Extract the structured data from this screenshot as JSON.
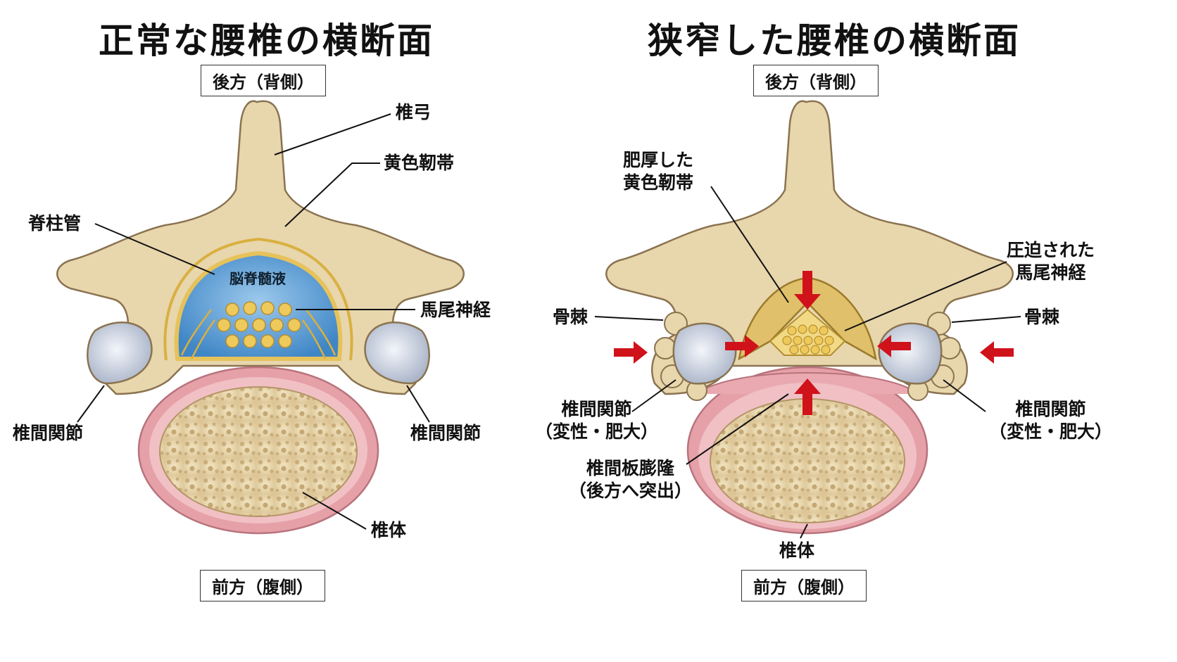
{
  "left": {
    "title": "正常な腰椎の横断面",
    "top_box": "後方（背側）",
    "bottom_box": "前方（腹側）",
    "labels": {
      "lamina": "椎弓",
      "ligamentum_flavum": "黄色靭帯",
      "spinal_canal": "脊柱管",
      "csf": "脳脊髄液",
      "cauda_equina": "馬尾神経",
      "facet_left": "椎間関節",
      "facet_right": "椎間関節",
      "vertebral_body": "椎体"
    }
  },
  "right": {
    "title": "狭窄した腰椎の横断面",
    "top_box": "後方（背側）",
    "bottom_box": "前方（腹側）",
    "labels": {
      "thick_ligament_1": "肥厚した",
      "thick_ligament_2": "黄色靭帯",
      "compressed_1": "圧迫された",
      "compressed_2": "馬尾神経",
      "osteophyte_left": "骨棘",
      "osteophyte_right": "骨棘",
      "facet_left_1": "椎間関節",
      "facet_left_2": "（変性・肥大）",
      "facet_right_1": "椎間関節",
      "facet_right_2": "（変性・肥大）",
      "disc_1": "椎間板膨隆",
      "disc_2": "（後方へ突出）",
      "vertebral_body": "椎体"
    }
  },
  "colors": {
    "bone": "#e8d6ad",
    "bone_edge": "#8a7350",
    "csf": "#5f9fd3",
    "nerve": "#e6c25a",
    "disc": "#e6a0a8",
    "arrow": "#d0121b"
  }
}
